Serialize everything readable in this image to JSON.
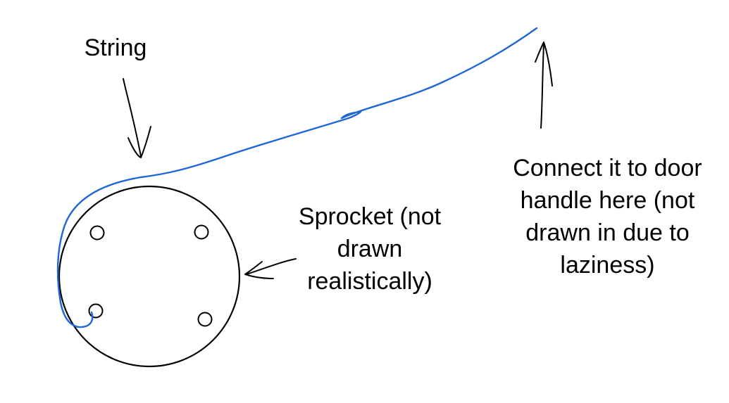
{
  "labels": {
    "string": "String",
    "sprocket": [
      "Sprocket (not",
      "drawn",
      "realistically)"
    ],
    "connect": [
      "Connect it to door",
      "handle here (not",
      "drawn in due to",
      "laziness)"
    ]
  },
  "colors": {
    "ink": "#000000",
    "string": "#1f66d6",
    "background": "#ffffff"
  }
}
